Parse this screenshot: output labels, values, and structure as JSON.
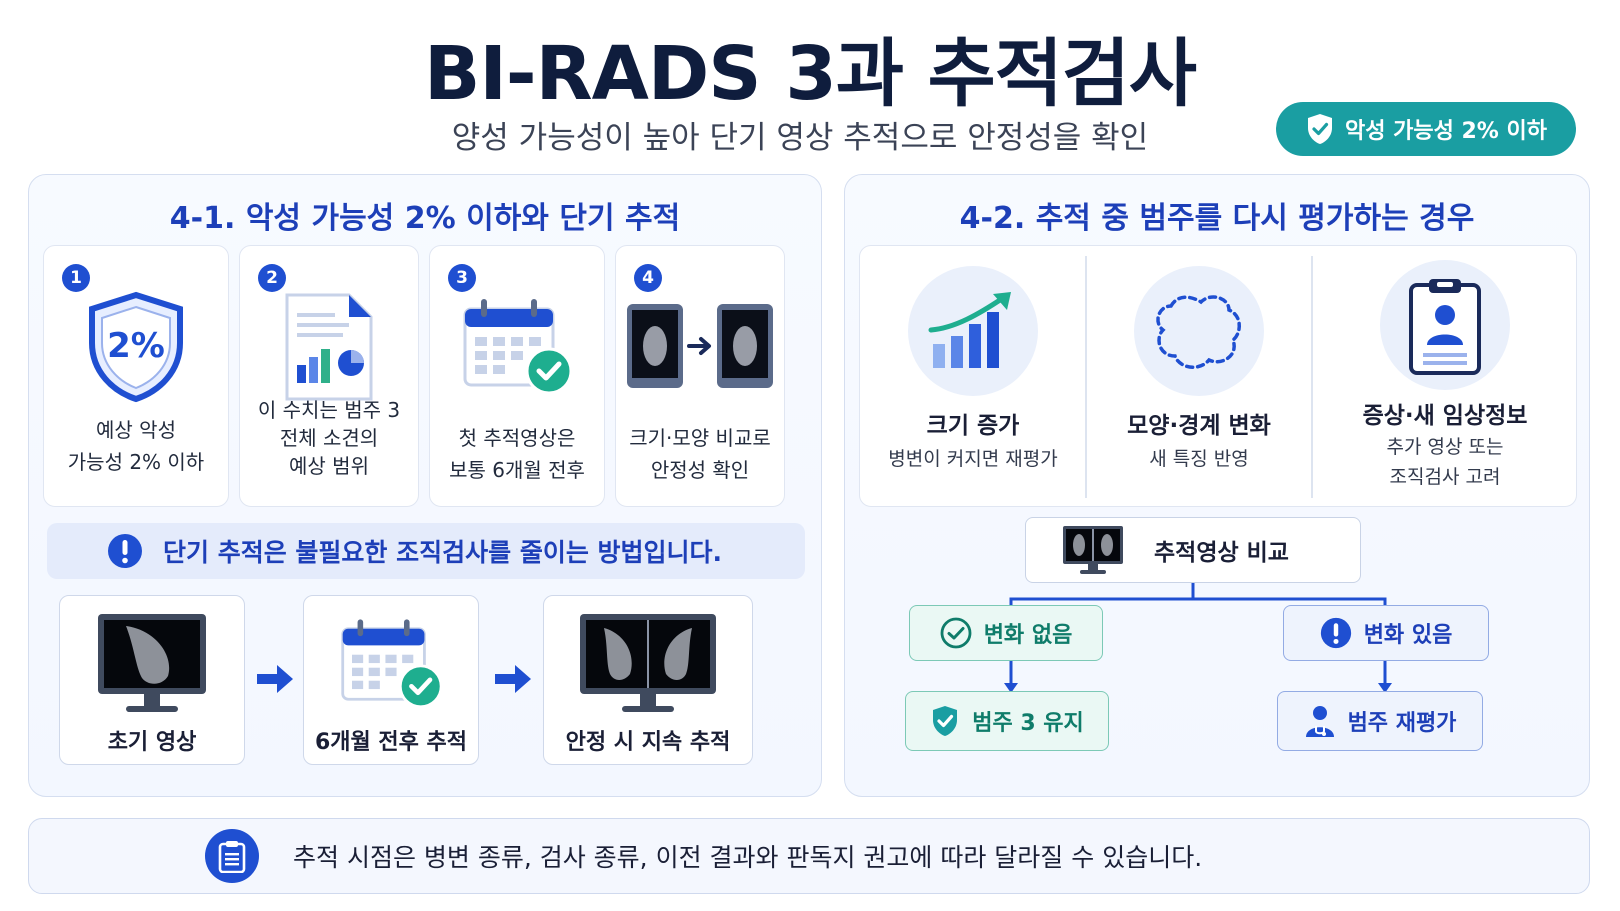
{
  "header": {
    "title": "BI-RADS 3과 추적검사",
    "subtitle": "양성 가능성이 높아 단기 영상 추적으로 안정성을 확인",
    "badge": "악성 가능성 2% 이하"
  },
  "left_panel": {
    "title": "4-1. 악성 가능성 2% 이하와 단기 추적",
    "steps": [
      {
        "num": "1",
        "icon": "shield-icon",
        "icon_text": "2%",
        "line1": "예상 악성",
        "line2": "가능성 2% 이하",
        "line3": ""
      },
      {
        "num": "2",
        "icon": "report-chart-icon",
        "line1": "이 수치는 범주 3",
        "line2": "전체 소견의",
        "line3": "예상 범위"
      },
      {
        "num": "3",
        "icon": "calendar-check-icon",
        "line1": "첫 추적영상은",
        "line2": "보통 6개월 전후",
        "line3": ""
      },
      {
        "num": "4",
        "icon": "tablet-compare-icon",
        "line1": "크기·모양 비교로",
        "line2": "안정성 확인",
        "line3": ""
      }
    ],
    "note": "단기 추적은 불필요한 조직검사를 줄이는 방법입니다.",
    "flow": [
      {
        "icon": "monitor-mammogram-icon",
        "label": "초기 영상"
      },
      {
        "icon": "calendar-check-icon",
        "label": "6개월 전후 추적"
      },
      {
        "icon": "monitor-dual-mammogram-icon",
        "label": "안정 시 지속 추적"
      }
    ]
  },
  "right_panel": {
    "title": "4-2. 추적 중 범주를 다시 평가하는 경우",
    "cases": [
      {
        "icon": "growth-chart-icon",
        "title": "크기 증가",
        "line1": "병변이 커지면 재평가",
        "line2": ""
      },
      {
        "icon": "irregular-shape-icon",
        "title": "모양·경계 변화",
        "line1": "새 특징 반영",
        "line2": ""
      },
      {
        "icon": "clipboard-person-icon",
        "title": "증상·새 임상정보",
        "line1": "추가 영상 또는",
        "line2": "조직검사 고려"
      }
    ],
    "compare": "추적영상 비교",
    "no_change": "변화 없음",
    "keep": "범주 3 유지",
    "change": "변화 있음",
    "reassess": "범주 재평가"
  },
  "footer": {
    "text": "추적 시점은 병변 종류, 검사 종류, 이전 결과와 판독지 권고에 따라 달라질 수 있습니다."
  },
  "colors": {
    "primary_blue": "#1f4fd1",
    "heading_blue": "#1d3fb8",
    "teal": "#1a9ea2",
    "green": "#0f7c6a",
    "title_navy": "#0f1d3d"
  }
}
